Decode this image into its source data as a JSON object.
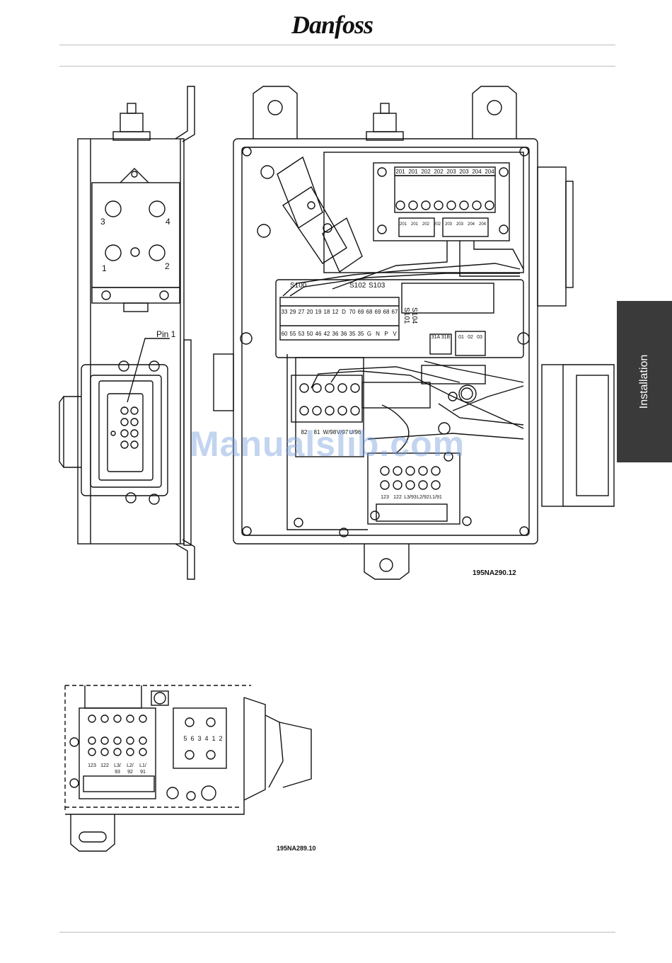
{
  "header": {
    "logo_text": "Danfoss"
  },
  "side_tab": {
    "label": "Installation",
    "color": "#3a3a3a"
  },
  "figure_top": {
    "code": "195NA290.12",
    "connector_numbers": [
      "1",
      "2",
      "3",
      "4"
    ],
    "pin_label": "Pin 1",
    "switch_labels": [
      "S100",
      "S102",
      "S103",
      "S104",
      "S101"
    ],
    "upper_terminals": [
      "201",
      "201",
      "202",
      "202",
      "203",
      "203",
      "204",
      "204"
    ],
    "upper_terminals_small": [
      "201",
      "201",
      "202",
      "202",
      "203",
      "203",
      "204",
      "204"
    ],
    "control_row_top": [
      "33",
      "29",
      "27",
      "20",
      "19",
      "18",
      "12",
      "D",
      "70",
      "69",
      "68",
      "69",
      "68",
      "67"
    ],
    "control_row_bottom": [
      "60",
      "55",
      "53",
      "50",
      "46",
      "42",
      "36",
      "36",
      "35",
      "35",
      "G",
      "N",
      "P",
      "V"
    ],
    "relay_terminals": [
      "31A",
      "31B"
    ],
    "relay_terminals2": [
      "01",
      "02",
      "03"
    ],
    "motor_terminals": [
      "82",
      "81",
      "W/98",
      "V/97",
      "U/96"
    ],
    "mains_terminals": [
      "123",
      "122",
      "L3/93",
      "L2/92",
      "L1/91"
    ]
  },
  "figure_bottom": {
    "code": "195NA289.10",
    "terminals_top": [
      "123",
      "122",
      "L3/",
      "L2/",
      "L1/"
    ],
    "terminals_bottom": [
      "",
      "",
      "93",
      "92",
      "91"
    ],
    "switch_labels": [
      "5",
      "6",
      "3",
      "4",
      "1",
      "2"
    ]
  },
  "watermark": "Manualslib.com"
}
